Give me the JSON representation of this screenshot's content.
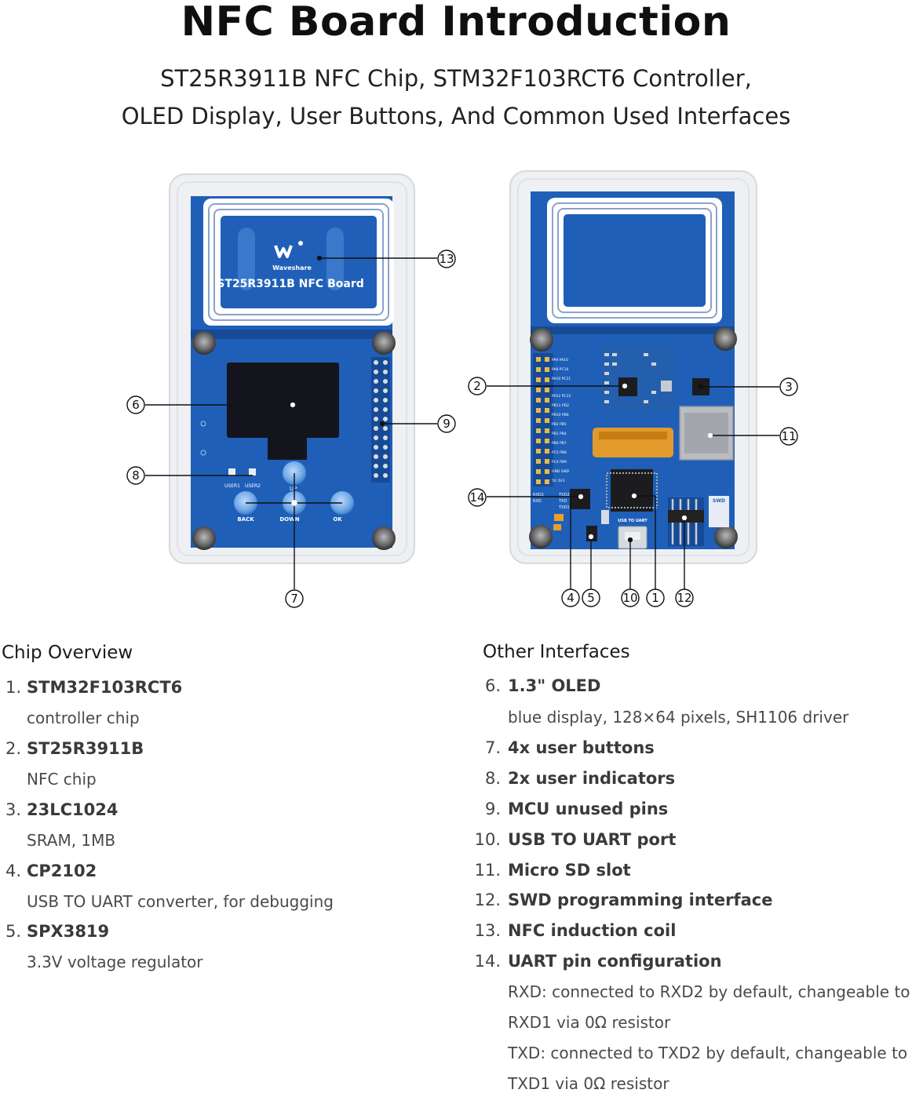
{
  "header": {
    "title": "NFC Board Introduction",
    "subtitle_line1": "ST25R3911B NFC Chip, STM32F103RCT6 Controller,",
    "subtitle_line2": "OLED Display, User Buttons, And Common Used Interfaces"
  },
  "board_front": {
    "logo_text": "Waveshare",
    "board_label": "ST25R3911B NFC Board",
    "indicator_labels": [
      "USER1",
      "USER2"
    ],
    "button_labels": [
      "UP",
      "BACK",
      "DOWN",
      "OK"
    ]
  },
  "board_back": {
    "usb_label": "USB TO UART",
    "swd_label": "SWD",
    "uart_labels": [
      "RXD2",
      "TXD2",
      "RXD",
      "TXD",
      "TXD1"
    ],
    "pin_labels": [
      "PA9 PA10",
      "PA8 PC10",
      "PA10 PC11",
      "PA12 PC12",
      "PB11 PD2",
      "PB10 PB6",
      "PB2 PB5",
      "PB1 PB4",
      "PB0 PB7",
      "PC5 PB8",
      "PC4 PB9",
      "GND GND",
      "5V 3V3"
    ]
  },
  "callouts": {
    "front": [
      "13",
      "6",
      "9",
      "8",
      "7"
    ],
    "back": [
      "2",
      "3",
      "11",
      "14",
      "4",
      "5",
      "10",
      "1",
      "12"
    ]
  },
  "chip_overview": {
    "heading": "Chip Overview",
    "items": [
      {
        "num": "1.",
        "title": "STM32F103RCT6",
        "desc": [
          "controller chip"
        ]
      },
      {
        "num": "2.",
        "title": "ST25R3911B",
        "desc": [
          "NFC chip"
        ]
      },
      {
        "num": "3.",
        "title": "23LC1024",
        "desc": [
          "SRAM, 1MB"
        ]
      },
      {
        "num": "4.",
        "title": "CP2102",
        "desc": [
          "USB TO UART converter, for debugging"
        ]
      },
      {
        "num": "5.",
        "title": "SPX3819",
        "desc": [
          "3.3V voltage regulator"
        ]
      }
    ]
  },
  "other_interfaces": {
    "heading": "Other Interfaces",
    "items": [
      {
        "num": "6.",
        "title": "1.3\" OLED",
        "desc": [
          "blue display, 128×64 pixels, SH1106 driver"
        ]
      },
      {
        "num": "7.",
        "title": "4x user buttons",
        "desc": []
      },
      {
        "num": "8.",
        "title": "2x user indicators",
        "desc": []
      },
      {
        "num": "9.",
        "title": "MCU unused pins",
        "desc": []
      },
      {
        "num": "10.",
        "title": "USB TO UART port",
        "desc": []
      },
      {
        "num": "11.",
        "title": "Micro SD slot",
        "desc": []
      },
      {
        "num": "12.",
        "title": "SWD programming interface",
        "desc": []
      },
      {
        "num": "13.",
        "title": "NFC induction coil",
        "desc": []
      },
      {
        "num": "14.",
        "title": "UART pin configuration",
        "desc": [
          "RXD: connected to RXD2 by default, changeable to",
          "RXD1 via 0Ω resistor",
          "TXD: connected to TXD2 by default, changeable to",
          "TXD1 via 0Ω resistor"
        ]
      }
    ]
  },
  "colors": {
    "pcb_blue": "#1f5fb8",
    "pcb_dark": "#174a96",
    "case_clear": "#eef0f3",
    "button_blue": "#6ea7e6"
  }
}
